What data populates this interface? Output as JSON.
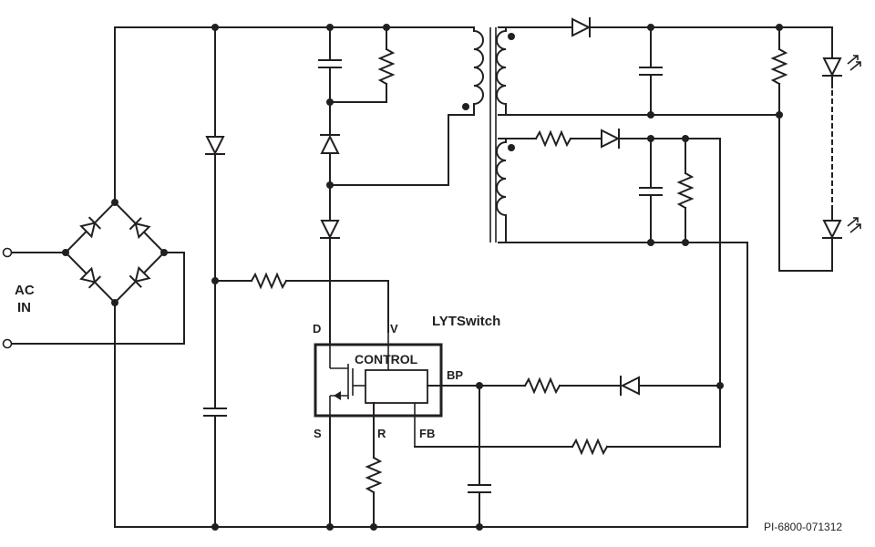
{
  "labels": {
    "ac_in_line1": "AC",
    "ac_in_line2": "IN",
    "ic_name": "LYTSwitch",
    "control_block": "CONTROL",
    "pin_d": "D",
    "pin_v": "V",
    "pin_bp": "BP",
    "pin_s": "S",
    "pin_r": "R",
    "pin_fb": "FB",
    "drawing_number": "PI-6800-071312"
  }
}
